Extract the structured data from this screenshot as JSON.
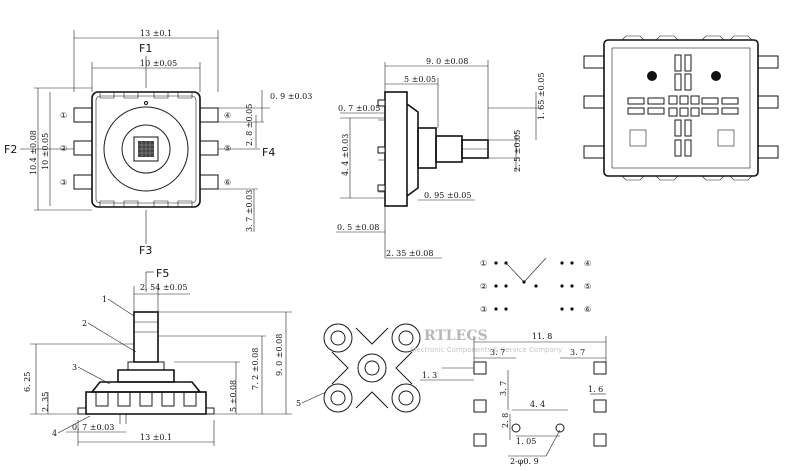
{
  "top_view": {
    "dim_width": "13 ±0.1",
    "dim_inner": "10 ±0.05",
    "dim_height": "10.4 ±0.08",
    "dim_height_inner": "10 ±0.05",
    "dim_pin_width": "0. 9 ±0.03",
    "dim_pitch": "2. 8 ±0.05",
    "dim_bottom": "3. 7 ±0.03",
    "force_top": "F1",
    "force_left": "F2",
    "force_bottom": "F3",
    "force_right": "F4",
    "pins_left": [
      "①",
      "②",
      "③"
    ],
    "pins_right": [
      "④",
      "⑤",
      "⑥"
    ]
  },
  "side_view": {
    "dim_total": "9. 0 ±0.08",
    "dim_body": "5 ±0.05",
    "dim_top": "0. 7 ±0.05",
    "dim_shaft_h": "1. 65 ±0.05",
    "dim_shaft_d": "2. 5 ±0.05",
    "dim_body_h": "4. 4 ±0.03",
    "dim_step": "0. 95 ±0.05",
    "dim_thk": "0. 5 ±0.08",
    "dim_bottom": "2. 35 ±0.08"
  },
  "front_view": {
    "force_label": "F5",
    "dim_shaft": "2. 54 ±0.05",
    "dim_total_h": "9. 0 ±0.08",
    "dim_mid_h": "7. 2 ±0.08",
    "dim_low_h": "5 ±0.08",
    "dim_left_h": "6. 25",
    "dim_left_low": "2. 35",
    "dim_pin": "0. 7 ±0.03",
    "dim_width": "13 ±0.1",
    "parts": [
      "1",
      "2",
      "3",
      "4"
    ]
  },
  "actuator": {
    "part": "5"
  },
  "circuit": {
    "pins_left": [
      "①",
      "②",
      "③"
    ],
    "pins_right": [
      "④",
      "⑤",
      "⑥"
    ]
  },
  "footprint": {
    "dim_total": "11. 8",
    "dim_left": "3. 7",
    "dim_right": "3. 7",
    "dim_pad": "1. 3",
    "dim_pad_r": "1. 6",
    "dim_v": "3. 7",
    "dim_center": "4. 4",
    "dim_low": "2. 8",
    "dim_hole_pitch": "1. 05",
    "dim_holes": "2-φ0. 9"
  },
  "watermark": {
    "brand": "RTLECS",
    "tagline": "Electronic Components & Service Company"
  }
}
